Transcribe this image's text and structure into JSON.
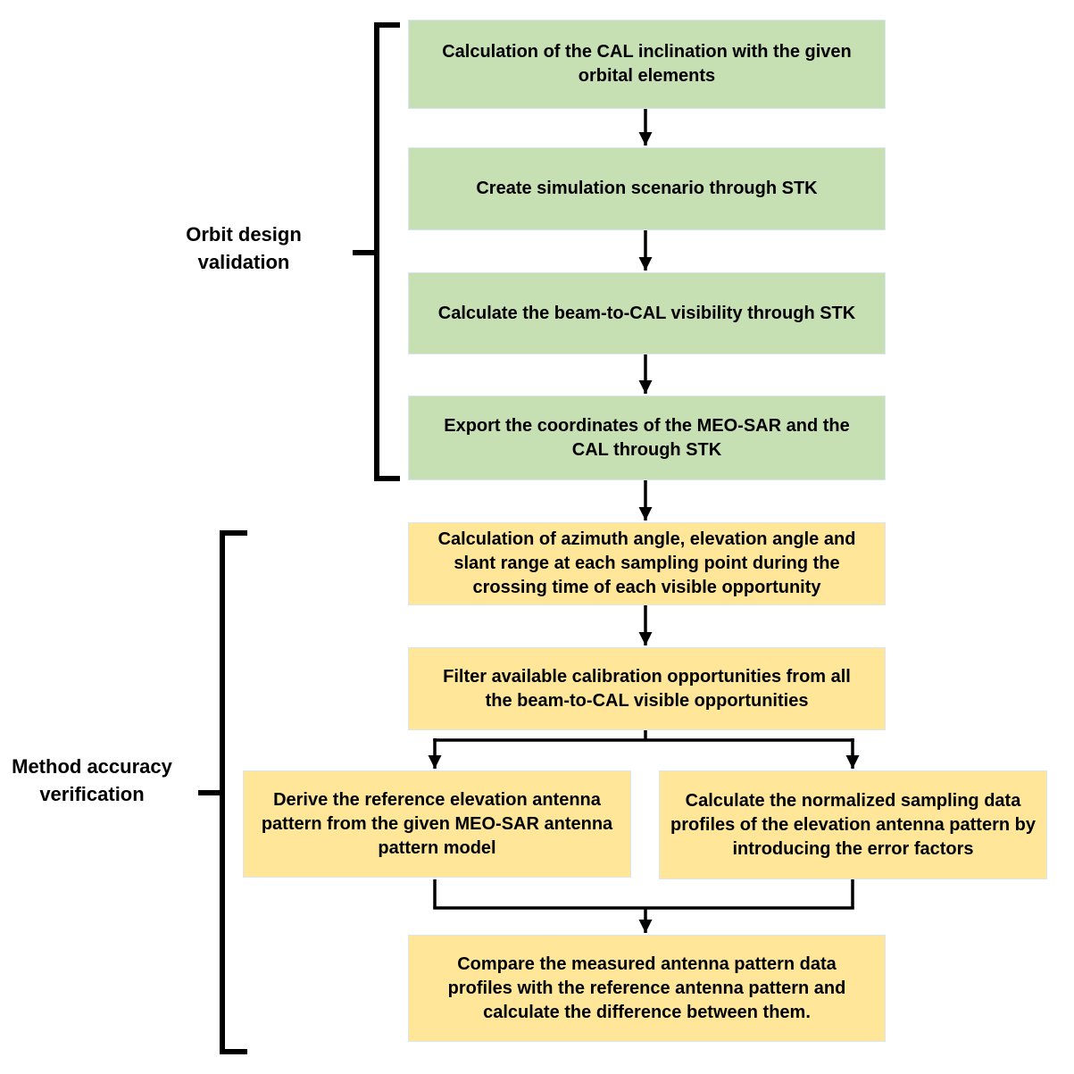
{
  "flowchart": {
    "group_labels": [
      {
        "text": "Orbit design\nvalidation"
      },
      {
        "text": "Method accuracy\nverification"
      }
    ],
    "steps": [
      {
        "phase": "orbit-design-validation",
        "text": "Calculation of the CAL inclination with the given orbital elements"
      },
      {
        "phase": "orbit-design-validation",
        "text": "Create simulation scenario through STK"
      },
      {
        "phase": "orbit-design-validation",
        "text": "Calculate the beam-to-CAL visibility through STK"
      },
      {
        "phase": "orbit-design-validation",
        "text": "Export the coordinates of the MEO-SAR and the CAL through STK"
      },
      {
        "phase": "method-accuracy-verification",
        "text": "Calculation of azimuth angle, elevation angle and slant range at each sampling point during the crossing time of each visible opportunity"
      },
      {
        "phase": "method-accuracy-verification",
        "text": "Filter available calibration opportunities from all the beam-to-CAL visible opportunities"
      },
      {
        "phase": "method-accuracy-verification",
        "text": "Derive the reference elevation antenna pattern from the given MEO-SAR antenna pattern model"
      },
      {
        "phase": "method-accuracy-verification",
        "text": "Calculate the normalized sampling data profiles of the elevation antenna pattern by introducing the error factors"
      },
      {
        "phase": "method-accuracy-verification",
        "text": "Compare the measured antenna pattern data profiles with the reference antenna pattern and calculate the difference between them."
      }
    ],
    "colors": {
      "orbit_step_fill": "#c6e0b4",
      "method_step_fill": "#ffe699",
      "connector": "#000000",
      "box_border": "#dbe5f1",
      "background": "#ffffff"
    }
  }
}
